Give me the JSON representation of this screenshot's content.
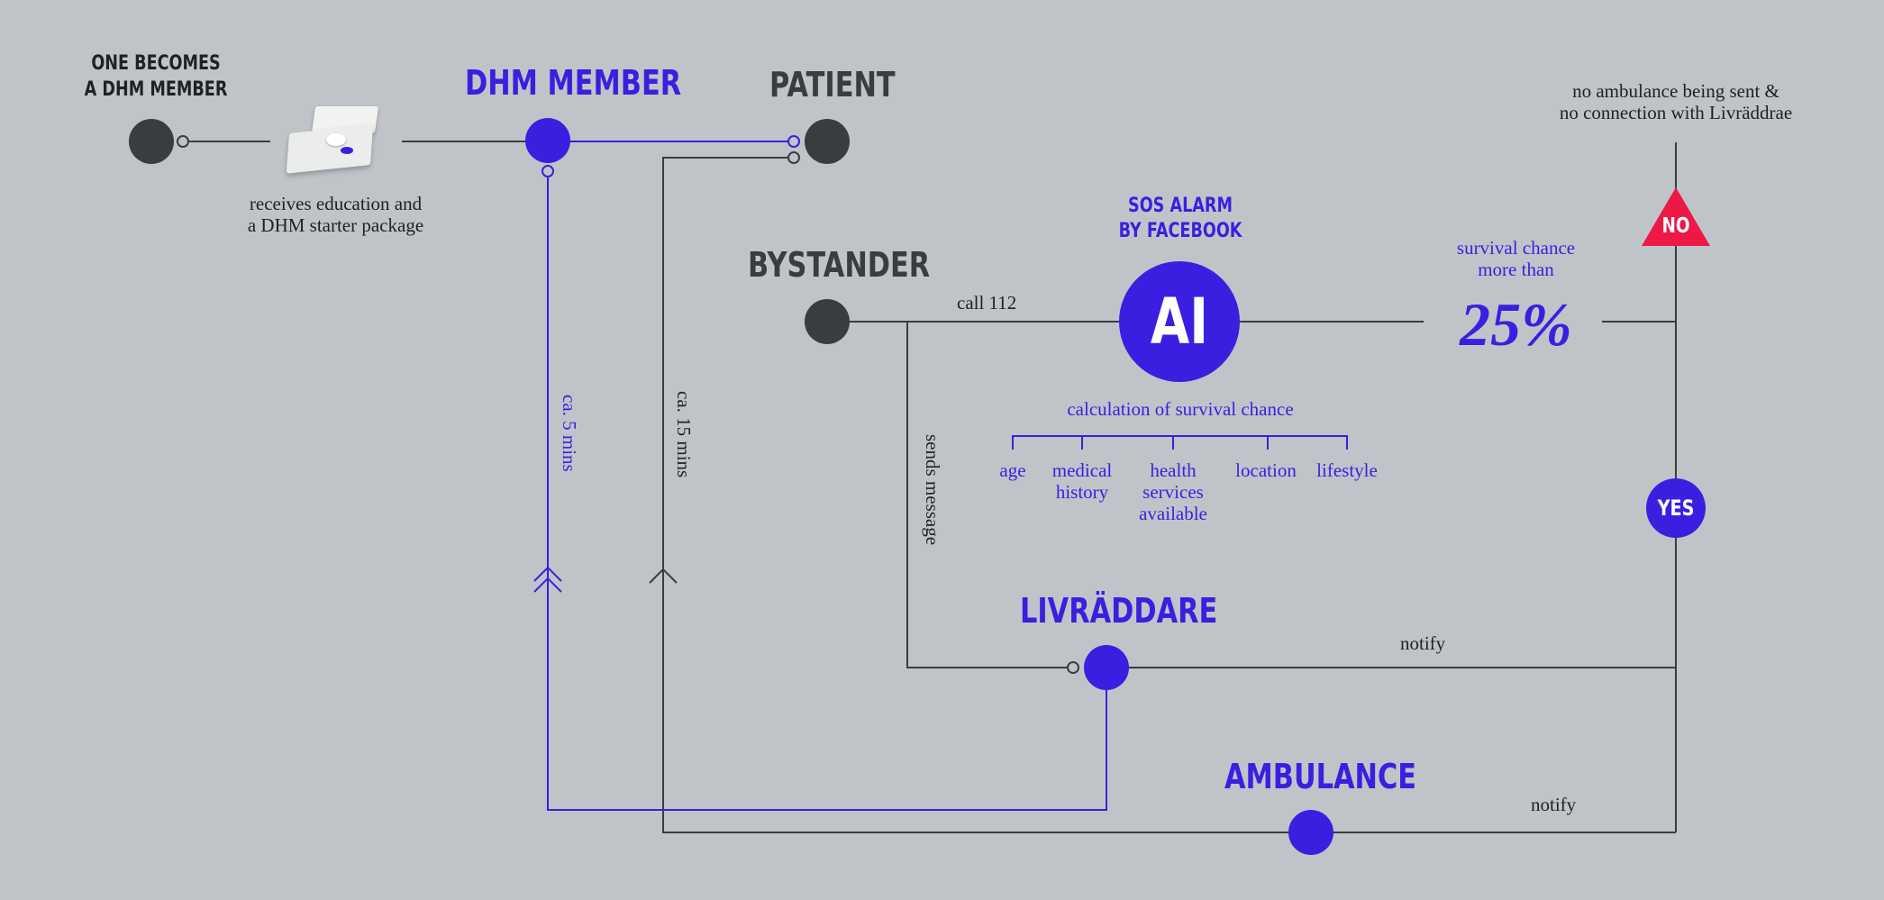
{
  "colors": {
    "dark": "#3a3d40",
    "blue": "#3a1fe0",
    "red": "#ee1846",
    "background": "#c0c4c8"
  },
  "nodes": {
    "one_becomes": [
      "ONE BECOMES",
      "A DHM MEMBER"
    ],
    "dhm_member": "DHM MEMBER",
    "patient": "PATIENT",
    "bystander": "BYSTANDER",
    "sos_alarm": [
      "SOS ALARM",
      "BY FACEBOOK"
    ],
    "ai": "AI",
    "livraddare": "LIVRÄDDARE",
    "ambulance": "AMBULANCE",
    "no": "NO",
    "yes": "YES"
  },
  "labels": {
    "education": [
      "receives education and",
      "a DHM starter package"
    ],
    "call": "call 112",
    "survival_chance": [
      "survival chance",
      "more than"
    ],
    "percent": "25%",
    "no_ambulance": [
      "no ambulance being sent &",
      "no connection with Livräddrae"
    ],
    "calculation": "calculation of survival chance",
    "factors": {
      "age": [
        "age"
      ],
      "medical": [
        "medical",
        "history"
      ],
      "health": [
        "health",
        "services",
        "available"
      ],
      "location": [
        "location"
      ],
      "lifestyle": [
        "lifestyle"
      ]
    },
    "sends_message": "sends message",
    "ca5": "ca. 5 mins",
    "ca15": "ca. 15 mins",
    "notify1": "notify",
    "notify2": "notify"
  },
  "icons": {
    "starter_package": "starter-package-image"
  }
}
